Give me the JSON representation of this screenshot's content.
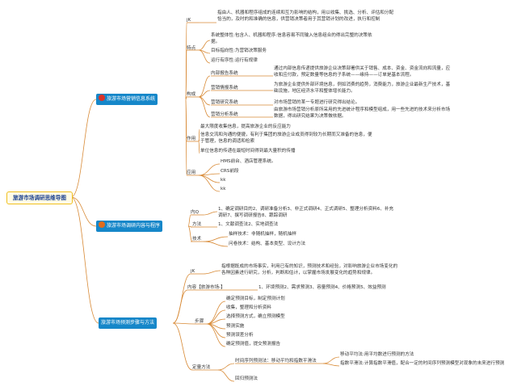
{
  "root": "旅游市场调研思维导图",
  "colors": {
    "line": "#d88a36",
    "topic": "#1687c9",
    "root_border": "#f0c020",
    "icon1": "#d9342b",
    "icon2": "#e06c1c"
  },
  "topics": {
    "t1": {
      "label": "旅游市场营销信息系统",
      "icon": "red-number-icon"
    },
    "t2": {
      "label": "旅游市场调研内容与程序",
      "icon": "orange-number-icon"
    },
    "t3": {
      "label": "旅游市场预测步骤与方法"
    }
  },
  "s1": {
    "ji": "jK",
    "ji_text": "指由人、机器和程序组成的连续和互为影响的结构，用以收集、挑选、分析、评估和分配恰当的，及时的和准确的信息，供营销决策者用于其营销计划的改进，执行和控制",
    "tedian": "特点",
    "tedian_items": [
      "系统整体性:包含人、机器和程序:信息容易不同输入信息组合的得出完整的决策依据。",
      "目标指向性:为营销决策服务",
      "运行有序性:运行有规律"
    ],
    "goucheng": "构成",
    "goucheng_items": [
      {
        "name": "内部报告系统",
        "desc": "通过内部信息传递提供旅游企业决策部署供关于销售、成本、资金、资金流向和流量，应收和应付款，预定数量等信息的子系统——缘持——订单是基本流程。"
      },
      {
        "name": "营销情报系统",
        "desc": "为旅游企业提供外部环境信息，例如消费的趋势，消费能力，旅游企业最新生产技术，基础设施，地区经济水平和整体增长能力。"
      },
      {
        "name": "营销研究系统",
        "desc": "对市场营销的某一专题进行研究得出结论。"
      },
      {
        "name": "营销分析系统",
        "desc": "由旅游市场营销分析原所采用的先进统计程序和模型组成，用一些先进的技术来分析市场数据，得出研究结果为决策做依据。"
      }
    ],
    "zuoyong": "作用",
    "zuoyong_items": [
      "最大限度收集信息，提高旅游企业的反应能力",
      "信息交流和沟通的便捷，有利于集团的旅游企业成员得到较为长期而又准备的信息，便于管理，信息的调适和检索",
      "单位信息的传递在最短时间得到最大量积的传播"
    ],
    "yingyong": "应用",
    "yingyong_items": [
      "HMS前台、酒店管理系统。",
      "CRS前段",
      "kk",
      "kk"
    ]
  },
  "s2": {
    "nei": "内Q",
    "nei_text": "1、确定调研目的2、调研准备分析3、非正式调研4、正式调研5、整理分析资料6、补充调研7、撰写调研报告8、跟踪调研",
    "fangfa": "方法",
    "fangfa_text": "1、文献调查法2、实地调查法",
    "jishu": "技术",
    "jishu_items": [
      "抽样技术：非随机抽样，随机抽样",
      "问卷技术：结构、基本类型、设计方法"
    ]
  },
  "s3": {
    "ji": "jK",
    "ji_text": "指根据既成的市场事实，利用已有的知识，预测技术和经验，对影响旅游企业市场变化的各种因素进行研究，分析，判断和估计，以掌握市场发展变化的趋势和规律。",
    "neirong": "内容【旅游市场-】",
    "neirong_text": "1、环境预测2、需求预测3、容量预测4、价格预测5、效益预测",
    "buzhou": "步骤",
    "buzhou_items": [
      "确定预测目标，制定预测计划",
      "收集，整理和分析资料",
      "选择预测方式，确立预测模型",
      "预测实施",
      "预测误差分析",
      "确定预测值，提交预测报告"
    ],
    "dingliang": "定量方法",
    "shixu": "时间序列预测法：移动平均和指数平滑法",
    "shixu_items": [
      "移动平均法:用平均数进行预测的方法",
      "指数平滑法:计算指数平滑值，配合一定的时间序列预测模型对现象的未来进行预测"
    ],
    "huigui": "回归预测法"
  }
}
